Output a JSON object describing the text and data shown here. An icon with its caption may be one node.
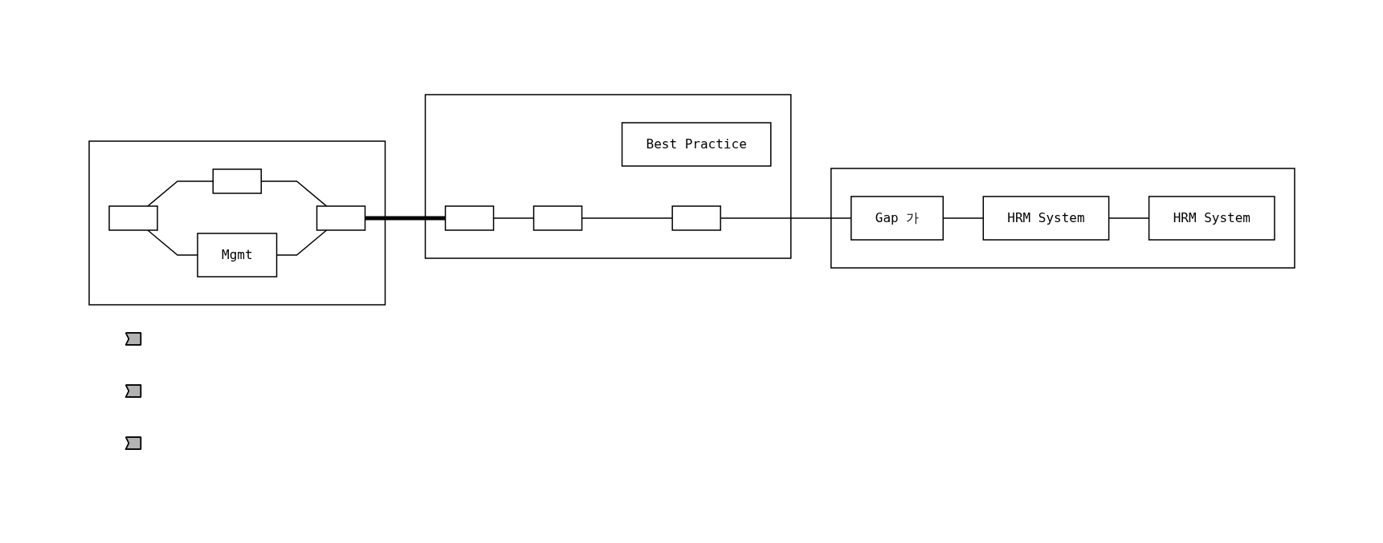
{
  "diagram": {
    "nodes": [
      {
        "text": [],
        "shape": "chevron"
      },
      {
        "text": [],
        "shape": "chevron"
      },
      {
        "text": [],
        "shape": "chevron"
      },
      {
        "text": [],
        "shape": "box"
      },
      {
        "text": [],
        "shape": "box",
        "in": 3
      },
      {
        "text": [],
        "shape": "box",
        "in": 3
      },
      {
        "text": [
          "Mgmt"
        ],
        "in": 3
      },
      {
        "text": [],
        "shape": "box",
        "in": 3
      },
      {
        "text": [],
        "shape": "box"
      },
      {
        "text": [
          "Best Practice"
        ],
        "in": 8
      },
      {
        "text": [],
        "shape": "box",
        "in": 8
      },
      {
        "text": [],
        "shape": "box",
        "in": 8
      },
      {
        "text": [],
        "shape": "box",
        "in": 8
      },
      {
        "text": [],
        "shape": "box"
      },
      {
        "text": [
          "Gap 가"
        ],
        "in": 13
      },
      {
        "text": [
          "HRM System"
        ],
        "in": 13
      },
      {
        "text": [
          "HRM System"
        ],
        "in": 13
      }
    ],
    "edges": [
      {
        "from": 4,
        "to": 5,
        "arrow": "none"
      },
      {
        "from": 4,
        "to": 6,
        "arrow": "none"
      },
      {
        "from": 5,
        "to": 7,
        "arrow": "none"
      },
      {
        "from": 6,
        "to": 7,
        "arrow": "none"
      },
      {
        "from": 7,
        "to": 10,
        "arrow": "none",
        "style": "thick"
      },
      {
        "from": 10,
        "to": 11,
        "arrow": "none"
      },
      {
        "from": 11,
        "to": 12,
        "arrow": "none"
      },
      {
        "from": 12,
        "to": 14,
        "arrow": "none"
      },
      {
        "from": 14,
        "to": 15,
        "arrow": "none"
      },
      {
        "from": 15,
        "to": 16,
        "arrow": "none"
      }
    ]
  }
}
